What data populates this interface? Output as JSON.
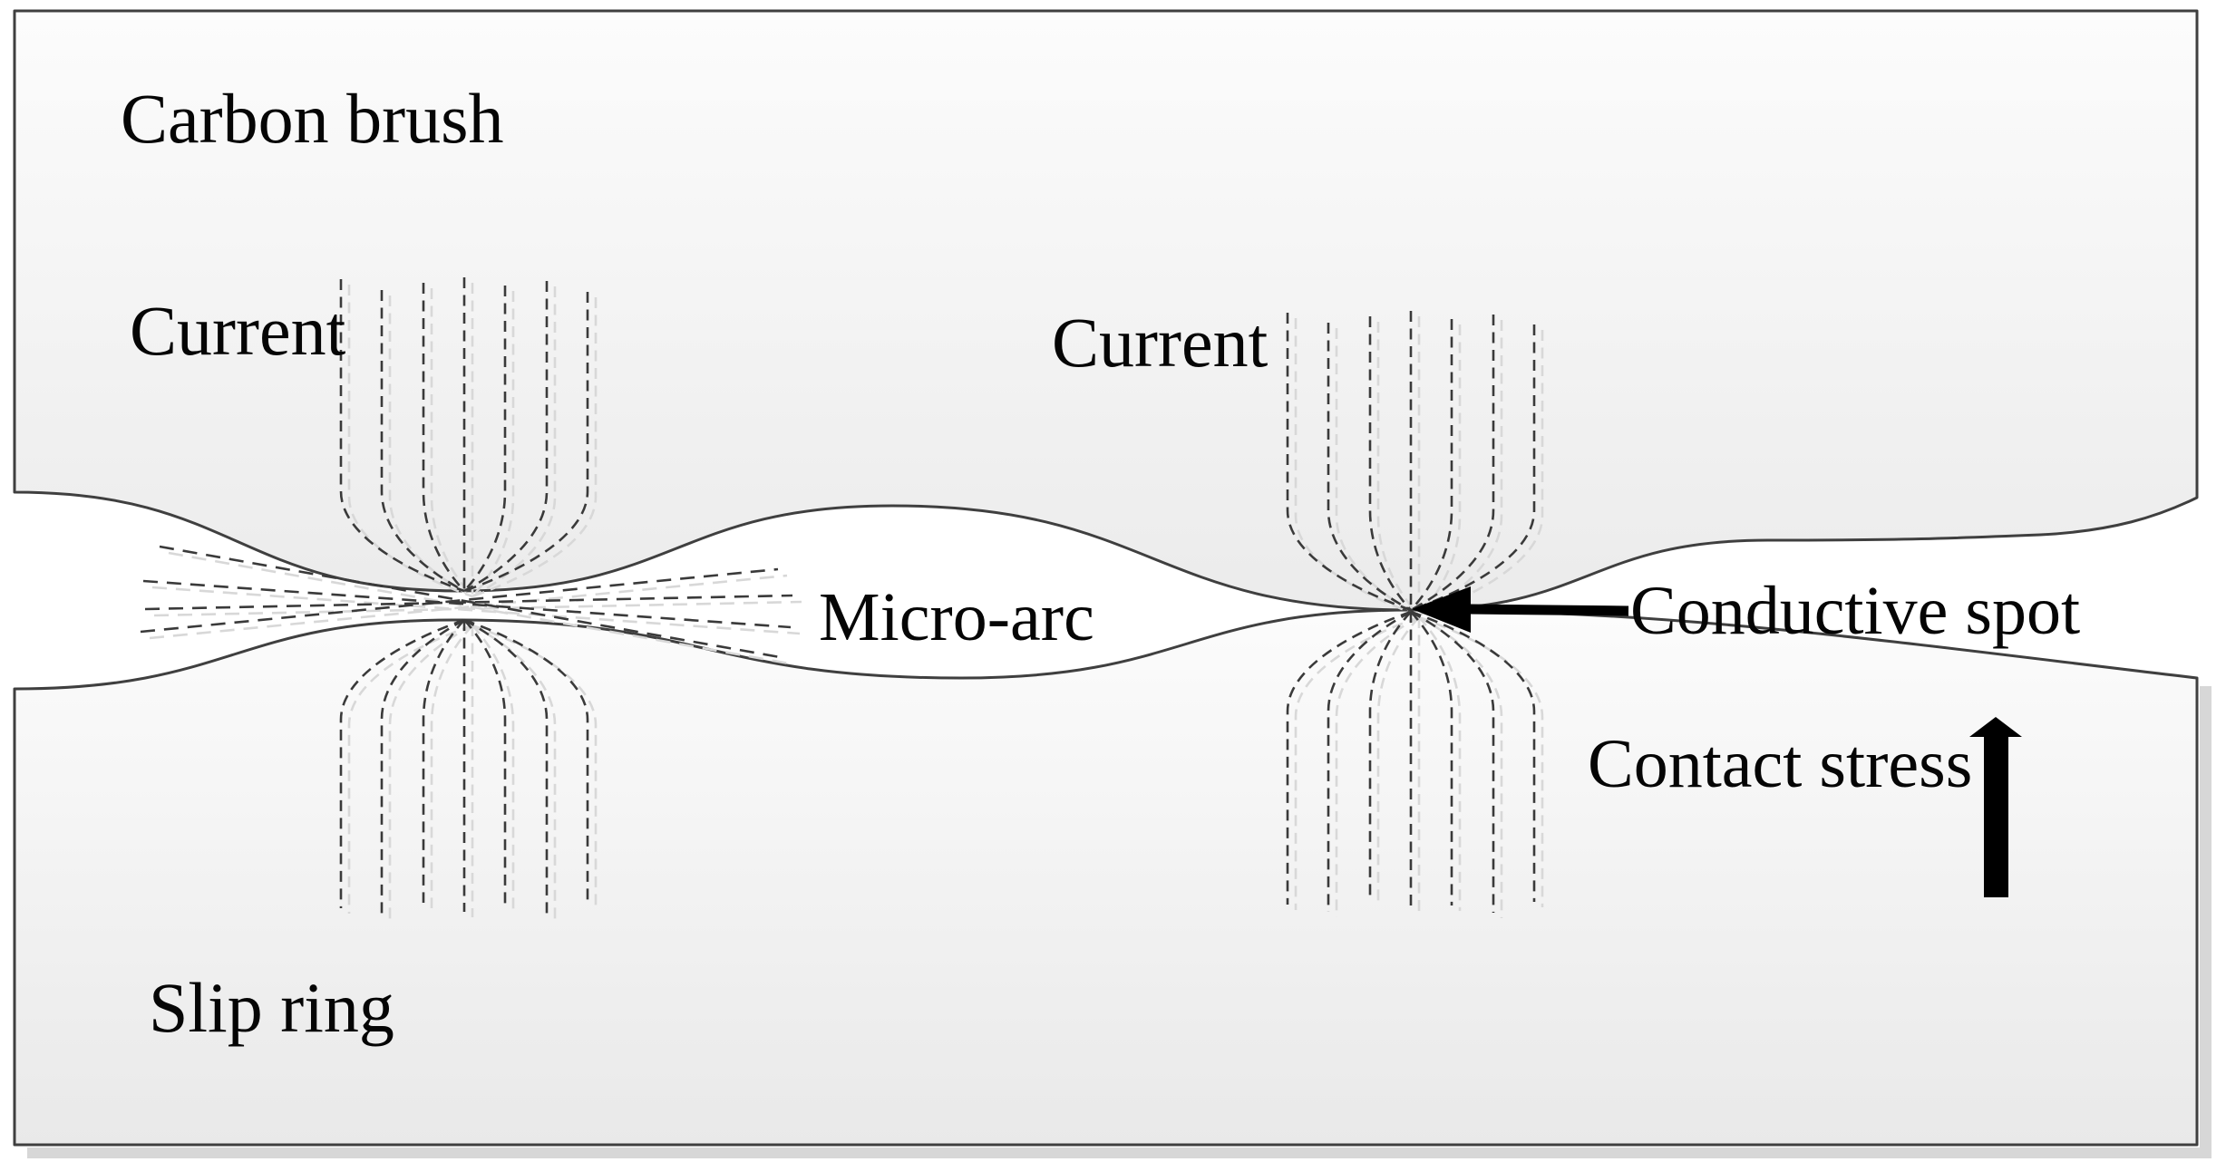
{
  "figure": {
    "labels": {
      "carbon_brush": "Carbon brush",
      "current_left": "Current",
      "current_right": "Current",
      "micro_arc": "Micro-arc",
      "conductive_spot": "Conductive spot",
      "contact_stress": "Contact stress",
      "slip_ring": "Slip ring"
    },
    "icons": {
      "conductive_spot_arrow": "left-arrow",
      "contact_stress_arrow": "up-arrow"
    },
    "colors": {
      "outline": "#3f3f3f",
      "dark_dash": "#3a3a3a",
      "light_dash": "#d8d8d8",
      "brush_fill_top": "#fcfcfc",
      "brush_fill_bottom": "#ebebeb",
      "slip_fill_top": "#fcfcfc",
      "slip_fill_bottom": "#e9e9e9",
      "shadow": "#d7d7d7",
      "arrow": "#000000",
      "text": "#050505"
    }
  }
}
